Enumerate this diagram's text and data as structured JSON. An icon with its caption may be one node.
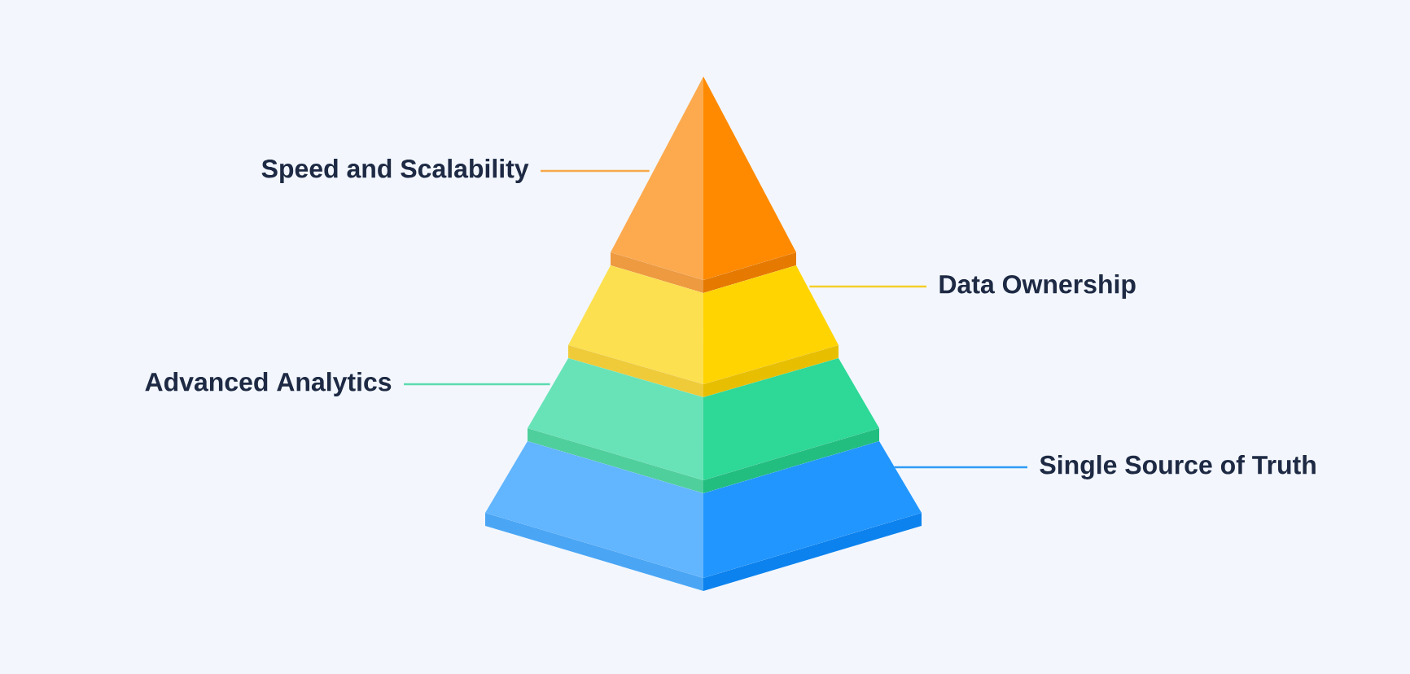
{
  "diagram": {
    "nodes": [
      {
        "text": [
          "Speed and Scalability"
        ]
      },
      {
        "text": [
          "Data Ownership"
        ]
      },
      {
        "text": [
          "Advanced Analytics"
        ]
      },
      {
        "text": [
          "Single Source of Truth"
        ]
      },
      {
        "text": [],
        "shape": "triangle"
      },
      {
        "text": [],
        "shape": "band"
      },
      {
        "text": [],
        "shape": "band"
      },
      {
        "text": [],
        "shape": "band"
      }
    ],
    "edges": [
      {
        "from": 0,
        "to": 4,
        "arrow": "none",
        "color": "#f7a84a"
      },
      {
        "from": 1,
        "to": 5,
        "arrow": "none",
        "color": "#f5cf2a"
      },
      {
        "from": 2,
        "to": 6,
        "arrow": "none",
        "color": "#5ddbb0"
      },
      {
        "from": 3,
        "to": 7,
        "arrow": "none",
        "color": "#2f9bf5"
      }
    ]
  }
}
